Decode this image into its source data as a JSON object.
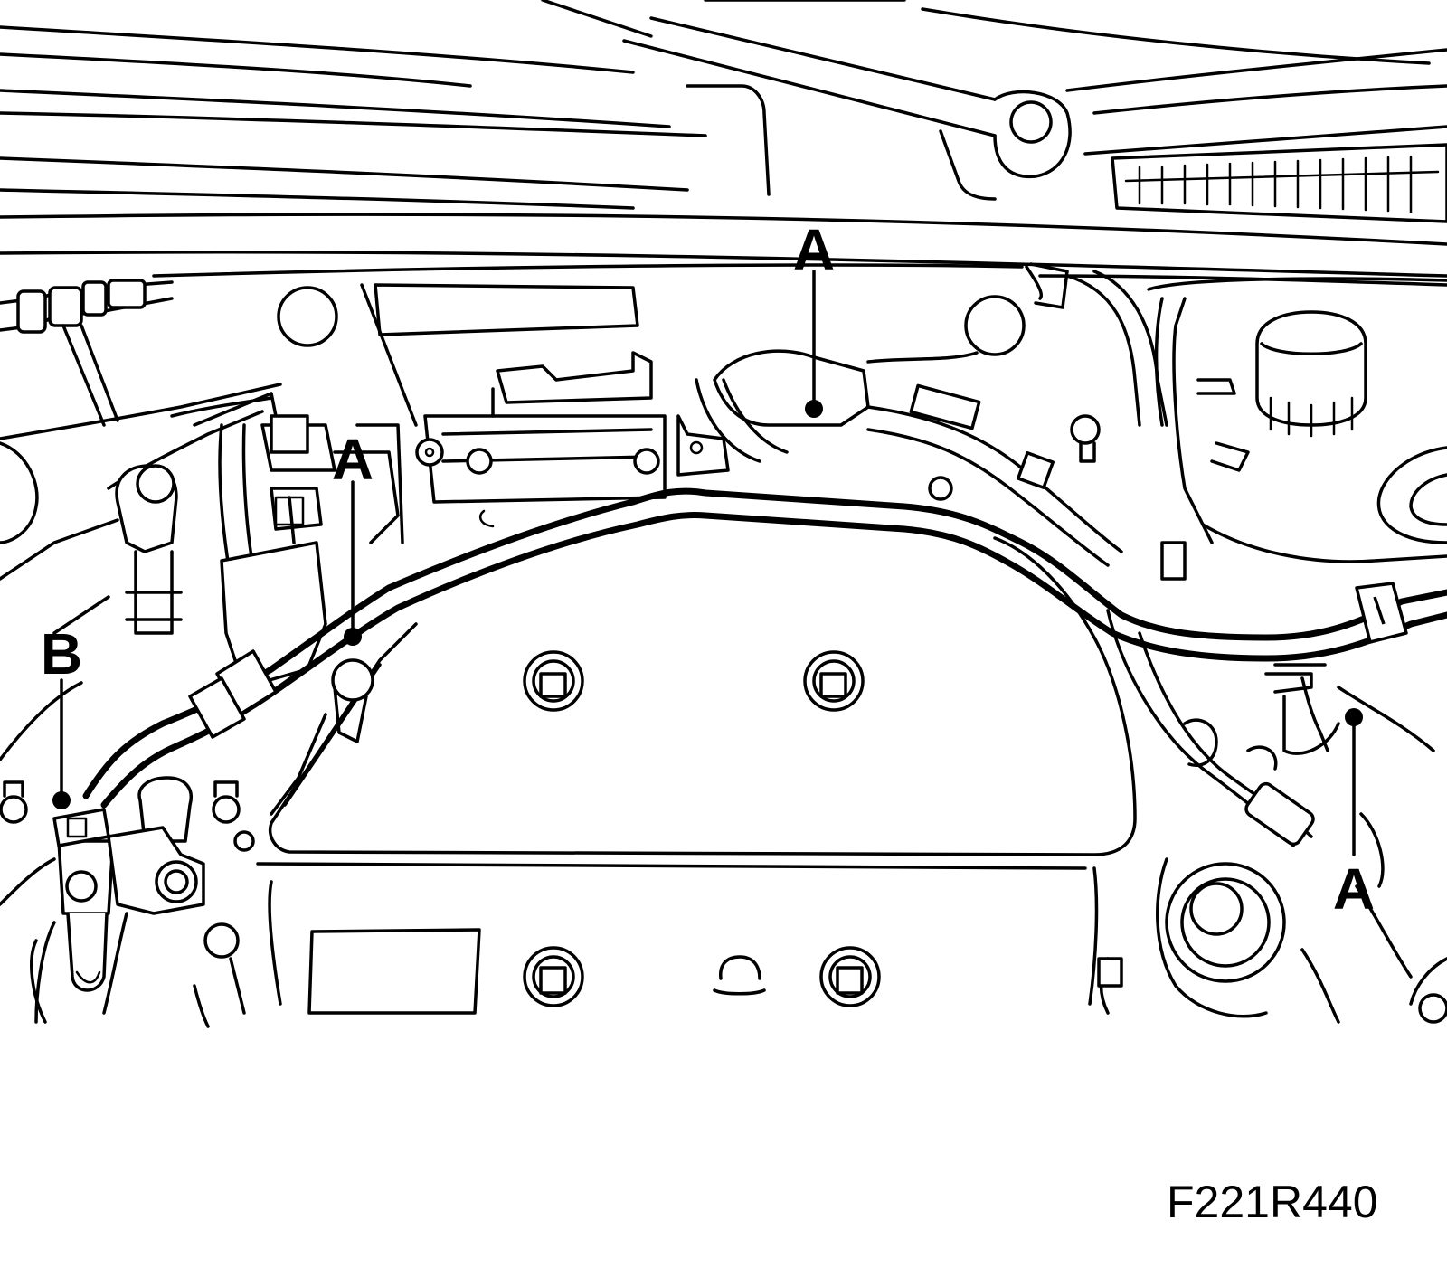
{
  "callouts": {
    "a_top": "A",
    "a_left": "A",
    "a_right": "A",
    "b": "B"
  },
  "figure_code": "F221R440",
  "colors": {
    "ink": "#000000",
    "paper": "#ffffff"
  }
}
